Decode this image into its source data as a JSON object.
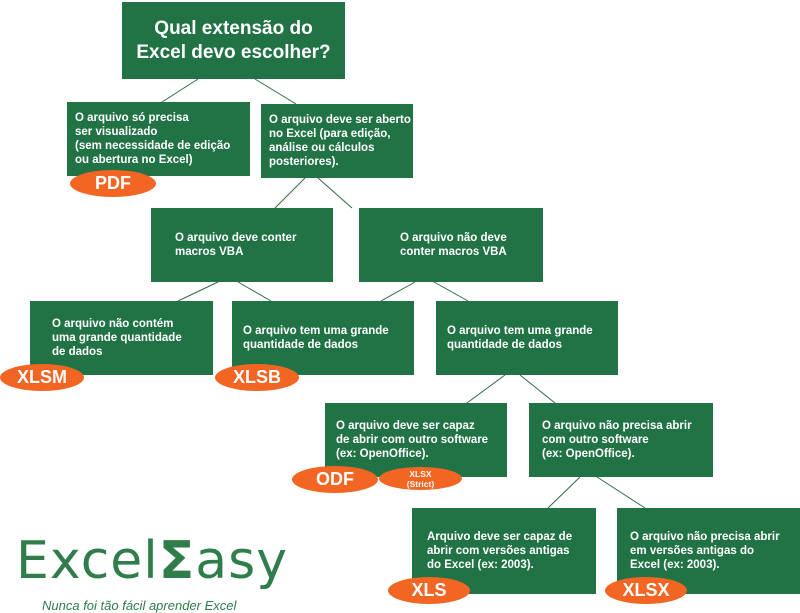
{
  "nodes": {
    "root": "Qual extensão do\nExcel devo escolher?",
    "view_only": "O arquivo só precisa\nser visualizado\n(sem necessidade de edição\nou abertura no Excel)",
    "open_excel": "O arquivo deve ser aberto\nno Excel (para edição,\nanálise ou cálculos\nposteriores).",
    "with_macros": "O arquivo deve conter\nmacros VBA",
    "no_macros": "O arquivo não deve\nconter macros VBA",
    "macros_small": "O arquivo não contém\numa grande quantidade\nde dados",
    "macros_large": "O arquivo tem uma grande\nquantidade de dados",
    "nomacros_large": "O arquivo tem uma grande\nquantidade de dados",
    "other_software": "O arquivo deve ser capaz\nde abrir com outro software\n(ex: OpenOffice).",
    "no_other_software": "O arquivo não precisa abrir\ncom outro software\n(ex: OpenOffice).",
    "old_versions": "Arquivo deve ser capaz de\nabrir com versões antigas\ndo Excel (ex: 2003).",
    "no_old_versions": "O arquivo não precisa abrir\nem versões antigas do\nExcel (ex: 2003)."
  },
  "formats": {
    "pdf": "PDF",
    "xlsm": "XLSM",
    "xlsb": "XLSB",
    "odf": "ODF",
    "xlsx_strict": "XLSX\n(Strict)",
    "xls": "XLS",
    "xlsx": "XLSX"
  },
  "logo": {
    "word_start": "Excel",
    "sigma": "Σ",
    "word_end": "asy",
    "tagline": "Nunca foi tão fácil aprender Excel"
  },
  "colors": {
    "box": "#217346",
    "pill": "#f26522",
    "line": "#2e6b43",
    "logo": "#2e7d4a"
  }
}
